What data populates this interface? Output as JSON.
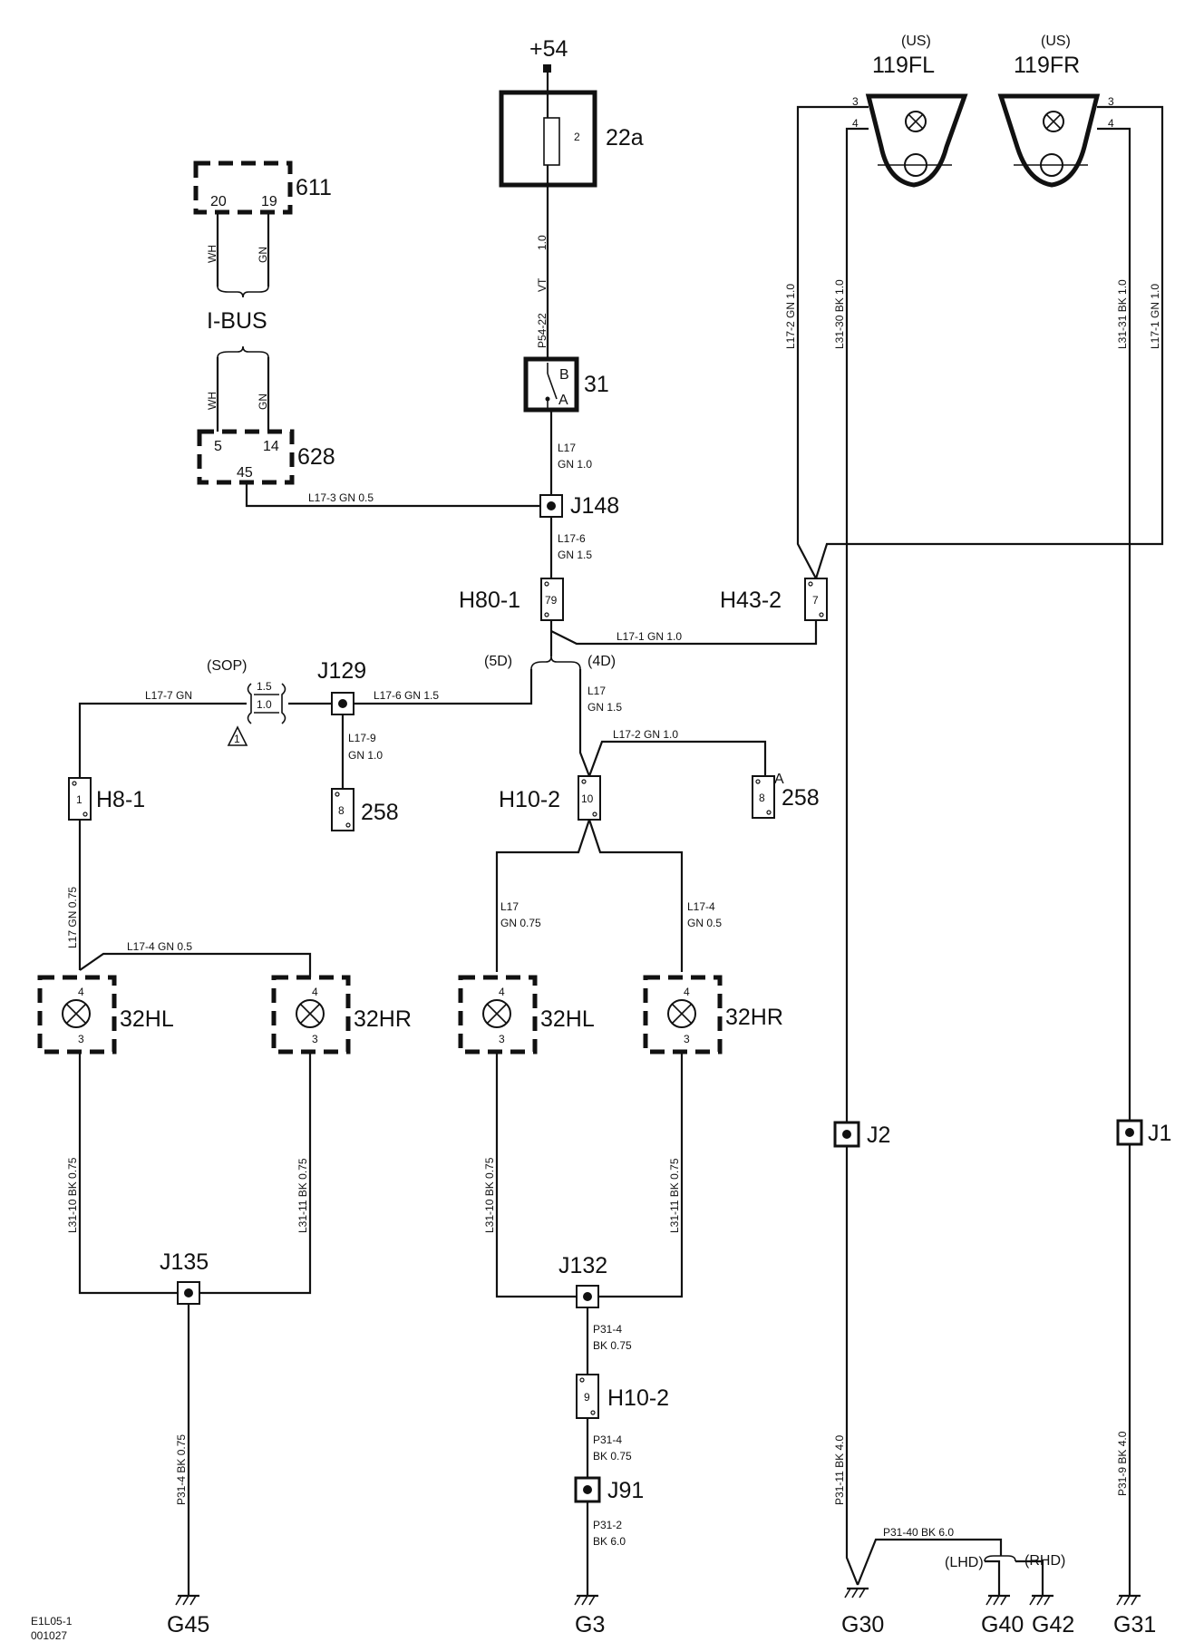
{
  "power": {
    "label": "+54"
  },
  "fuse": {
    "id": "22a",
    "pin": "2"
  },
  "switch31": {
    "id": "31",
    "pin_b": "B",
    "pin_a": "A"
  },
  "module611": {
    "id": "611",
    "pin_a": "20",
    "pin_b": "19"
  },
  "module628": {
    "id": "628",
    "pin_a": "5",
    "pin_b": "14",
    "pin_c": "45"
  },
  "bus": {
    "label": "I-BUS",
    "wire_wh": "WH",
    "wire_gn": "GN"
  },
  "lamps_us": {
    "fl": {
      "market": "(US)",
      "id": "119FL",
      "pin_a": "3",
      "pin_b": "4"
    },
    "fr": {
      "market": "(US)",
      "id": "119FR",
      "pin_a": "3",
      "pin_b": "4"
    }
  },
  "splices": {
    "j148": "J148",
    "j129": "J129",
    "j135": "J135",
    "j132": "J132",
    "j91": "J91",
    "j2": "J2",
    "j1": "J1"
  },
  "connectors": {
    "h80": {
      "id": "H80-1",
      "pin": "79"
    },
    "h43": {
      "id": "H43-2",
      "pin": "7"
    },
    "h8": {
      "id": "H8-1",
      "pin": "1"
    },
    "h10": {
      "id": "H10-2",
      "pin": "10"
    },
    "h10b": {
      "id": "H10-2",
      "pin": "9"
    },
    "c258a": {
      "id": "258",
      "pin": "8"
    },
    "c258b": {
      "id": "258",
      "pin": "8",
      "pin_letter": "A"
    }
  },
  "variants": {
    "sop": "(SOP)",
    "d5": "(5D)",
    "d4": "(4D)",
    "lhd": "(LHD)",
    "rhd": "(RHD)",
    "sop_a": "1.5",
    "sop_b": "1.0",
    "note": "1"
  },
  "rear_lamps": {
    "hl": "32HL",
    "hr": "32HR",
    "pin_top": "4",
    "pin_bottom": "3"
  },
  "grounds": {
    "g45": "G45",
    "g3": "G3",
    "g30": "G30",
    "g40": "G40",
    "g42": "G42",
    "g31": "G31"
  },
  "wires": {
    "w_vt_size": "1.0",
    "w_vt_color": "VT",
    "w_vt_code": "P54-22",
    "w_l17_code": "L17",
    "w_l17_meta": "GN  1.0",
    "w_l173": "L17-3    GN    0.5",
    "w_l176_code": "L17-6",
    "w_l176_meta": "GN  1.5",
    "w_l171": "L17-1     GN     1.0",
    "w_l177": "L17-7    GN",
    "w_l176b": "L17-6     GN     1.5",
    "w_l179_code": "L17-9",
    "w_l179_meta": "GN  1.0",
    "w_l17c_code": "L17",
    "w_l17c_meta": "GN  1.5",
    "w_l172": "L17-2     GN     1.0",
    "w_left_vert": "L17    GN    0.75",
    "w_l174": "L17-4     GN     0.5",
    "w_mid_l17_code": "L17",
    "w_mid_l17_meta": "GN  0.75",
    "w_mid_l174_code": "L17-4",
    "w_mid_l174_meta": "GN  0.5",
    "w_l3110": "L31-10    BK    0.75",
    "w_l3111": "L31-11    BK    0.75",
    "w_p314_left": "P31-4    BK    0.75",
    "w_p314a_code": "P31-4",
    "w_p314a_meta": "BK  0.75",
    "w_p314b_code": "P31-4",
    "w_p314b_meta": "BK  0.75",
    "w_p312_code": "P31-2",
    "w_p312_meta": "BK  6.0",
    "w_l172r": "L17-2    GN    1.0",
    "w_l3130": "L31-30    BK    1.0",
    "w_l3131": "L31-31    BK    1.0",
    "w_l171r": "L17-1    GN    1.0",
    "w_p3111": "P31-11    BK    4.0",
    "w_p319": "P31-9    BK    4.0",
    "w_p3140": "P31-40     BK     6.0"
  },
  "footer": {
    "code1": "E1L05-1",
    "code2": "001027"
  }
}
